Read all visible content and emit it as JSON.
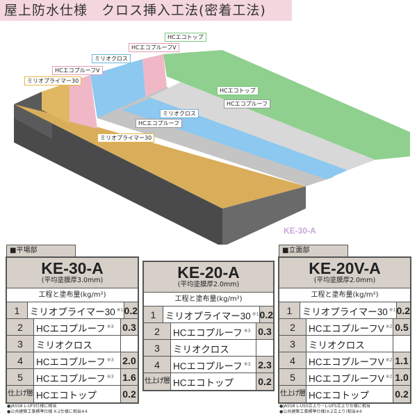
{
  "title": "屋上防水仕様　クロス挿入工法(密着工法)",
  "illustration": {
    "model_label": "KE-30-A",
    "colors": {
      "top": "#8fd08f",
      "proof_v": "#f0b8c6",
      "cross": "#8cc8f0",
      "proof": "#cfcfcf",
      "primer": "#d9ad5a",
      "slab": "#555555"
    },
    "wall_labels": [
      "ミリオプライマー30",
      "HCエコプルーフV",
      "ミリオクロス",
      "HCエコプルーフV",
      "HCエコトップ"
    ],
    "floor_labels": [
      "HCエコトップ",
      "HCエコプルーフ",
      "ミリオクロス",
      "HCエコプルーフ",
      "ミリオプライマー30"
    ]
  },
  "tables": [
    {
      "section": "■平場部",
      "code": "KE-30-A",
      "thickness": "(平均塗膜厚3.0mm)",
      "header": "工程と塗布量(kg/m²)",
      "rows": [
        {
          "num": "1",
          "name": "ミリオプライマー30",
          "note": "※1",
          "value": "0.2"
        },
        {
          "num": "2",
          "name": "HCエコプルーフ",
          "note": "※3",
          "value": "0.3"
        },
        {
          "num": "3",
          "name": "ミリオクロス",
          "note": "",
          "value": ""
        },
        {
          "num": "4",
          "name": "HCエコプルーフ",
          "note": "※3",
          "value": "2.0"
        },
        {
          "num": "5",
          "name": "HCエコプルーフ",
          "note": "※3",
          "value": "1.6"
        },
        {
          "num": "仕上げ層",
          "name": "HCエコトップ",
          "note": "",
          "value": "0.2"
        }
      ],
      "footnotes": [
        "●JASS8 L-UFS仕様に相当",
        "●公共建築工事標準仕様 X-2仕様に相当※4"
      ]
    },
    {
      "section": "",
      "code": "KE-20-A",
      "thickness": "(平均塗膜厚2.0mm)",
      "header": "工程と塗布量(kg/m²)",
      "rows": [
        {
          "num": "1",
          "name": "ミリオプライマー30",
          "note": "※1",
          "value": "0.2"
        },
        {
          "num": "2",
          "name": "HCエコプルーフ",
          "note": "※3",
          "value": "0.3"
        },
        {
          "num": "3",
          "name": "ミリオクロス",
          "note": "",
          "value": ""
        },
        {
          "num": "4",
          "name": "HCエコプルーフ",
          "note": "※3",
          "value": "2.3"
        },
        {
          "num": "仕上げ層",
          "name": "HCエコトップ",
          "note": "",
          "value": "0.2"
        }
      ],
      "footnotes": []
    },
    {
      "section": "■立面部",
      "code": "KE-20V-A",
      "thickness": "(平均塗膜厚2.0mm)",
      "header": "工程と塗布量(kg/m²)",
      "rows": [
        {
          "num": "1",
          "name": "ミリオプライマー30",
          "note": "※1",
          "value": "0.2"
        },
        {
          "num": "2",
          "name": "HCエコプルーフV",
          "note": "※2",
          "value": "0.5"
        },
        {
          "num": "3",
          "name": "ミリオクロス",
          "note": "",
          "value": ""
        },
        {
          "num": "4",
          "name": "HCエコプルーフV",
          "note": "※2",
          "value": "1.1"
        },
        {
          "num": "5",
          "name": "HCエコプルーフV",
          "note": "※2",
          "value": "1.0"
        },
        {
          "num": "仕上げ層",
          "name": "HCエコトップ",
          "note": "",
          "value": "0.2"
        }
      ],
      "footnotes": [
        "●JASS8 L-USS立上り・L-UFS立上り仕様に相当",
        "●公共建築工事標準仕様(X-2立上り)相当※4"
      ]
    }
  ]
}
